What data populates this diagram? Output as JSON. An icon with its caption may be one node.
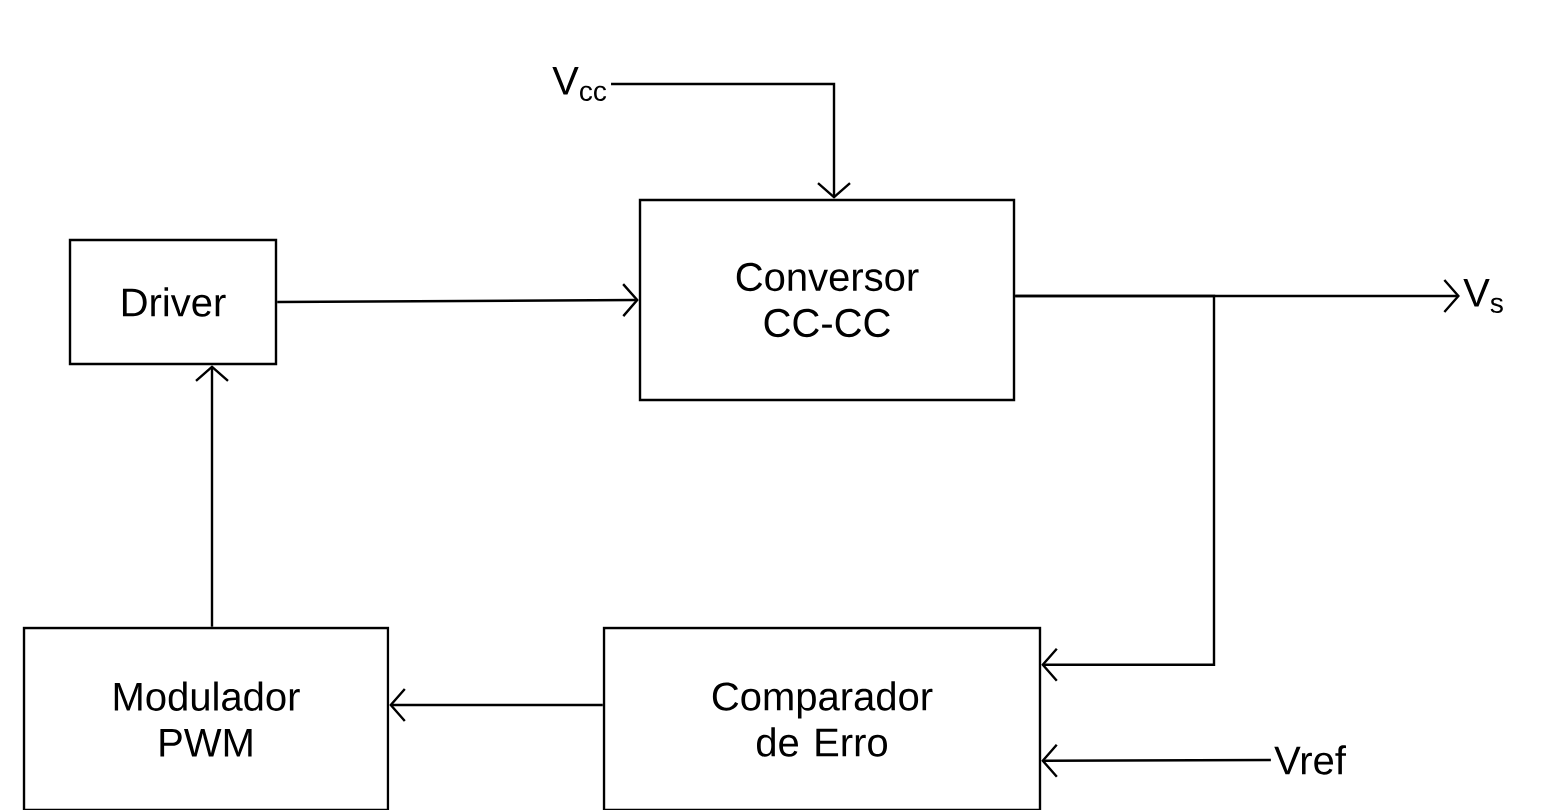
{
  "diagram": {
    "nodes": [
      {
        "text": [
          "V$_{cc}$"
        ]
      },
      {
        "text": [
          "Driver"
        ]
      },
      {
        "text": [
          "Conversor CC-CC"
        ]
      },
      {
        "text": [
          "V$_{s}$"
        ]
      },
      {
        "text": [
          "Modulador PWM"
        ]
      },
      {
        "text": [
          "Comparador de Erro"
        ]
      },
      {
        "text": [
          "Vref"
        ]
      }
    ],
    "edges": [
      {
        "from": 0,
        "to": 2,
        "arrow": "to"
      },
      {
        "from": 1,
        "to": 2,
        "arrow": "to"
      },
      {
        "from": 2,
        "to": 3,
        "arrow": "to"
      },
      {
        "from": 2,
        "to": 5,
        "arrow": "to"
      },
      {
        "from": 5,
        "to": 4,
        "arrow": "to"
      },
      {
        "from": 4,
        "to": 1,
        "arrow": "to"
      },
      {
        "from": 6,
        "to": 5,
        "arrow": "to"
      }
    ]
  }
}
